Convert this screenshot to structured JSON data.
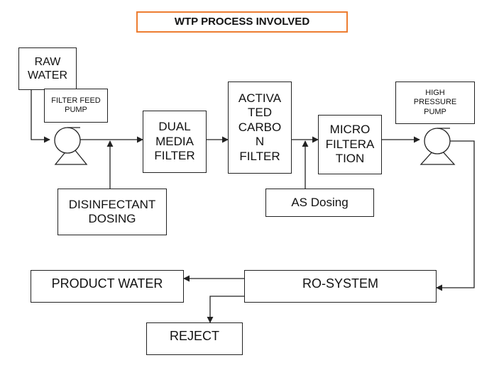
{
  "title": "WTP PROCESS INVOLVED",
  "nodes": {
    "raw_water": [
      "RAW",
      "WATER"
    ],
    "filter_feed_pump": [
      "FILTER FEED",
      "PUMP"
    ],
    "dual_media_filter": [
      "DUAL",
      "MEDIA",
      "FILTER"
    ],
    "activated_carbon_filter": [
      "ACTIVA",
      "TED",
      "CARBO",
      "N",
      "FILTER"
    ],
    "micro_filteration": [
      "MICRO",
      "FILTERA",
      "TION"
    ],
    "high_pressure_pump": [
      "HIGH",
      "PRESSURE",
      "PUMP"
    ],
    "disinfectant_dosing": [
      "DISINFECTANT",
      "DOSING"
    ],
    "as_dosing": [
      "AS Dosing"
    ],
    "ro_system": [
      "RO-SYSTEM"
    ],
    "product_water": [
      "PRODUCT WATER"
    ],
    "reject": [
      "REJECT"
    ]
  },
  "colors": {
    "title_border": "#ed7d31",
    "line": "#222222"
  },
  "icons": [
    "pump-icon",
    "pump-icon"
  ]
}
